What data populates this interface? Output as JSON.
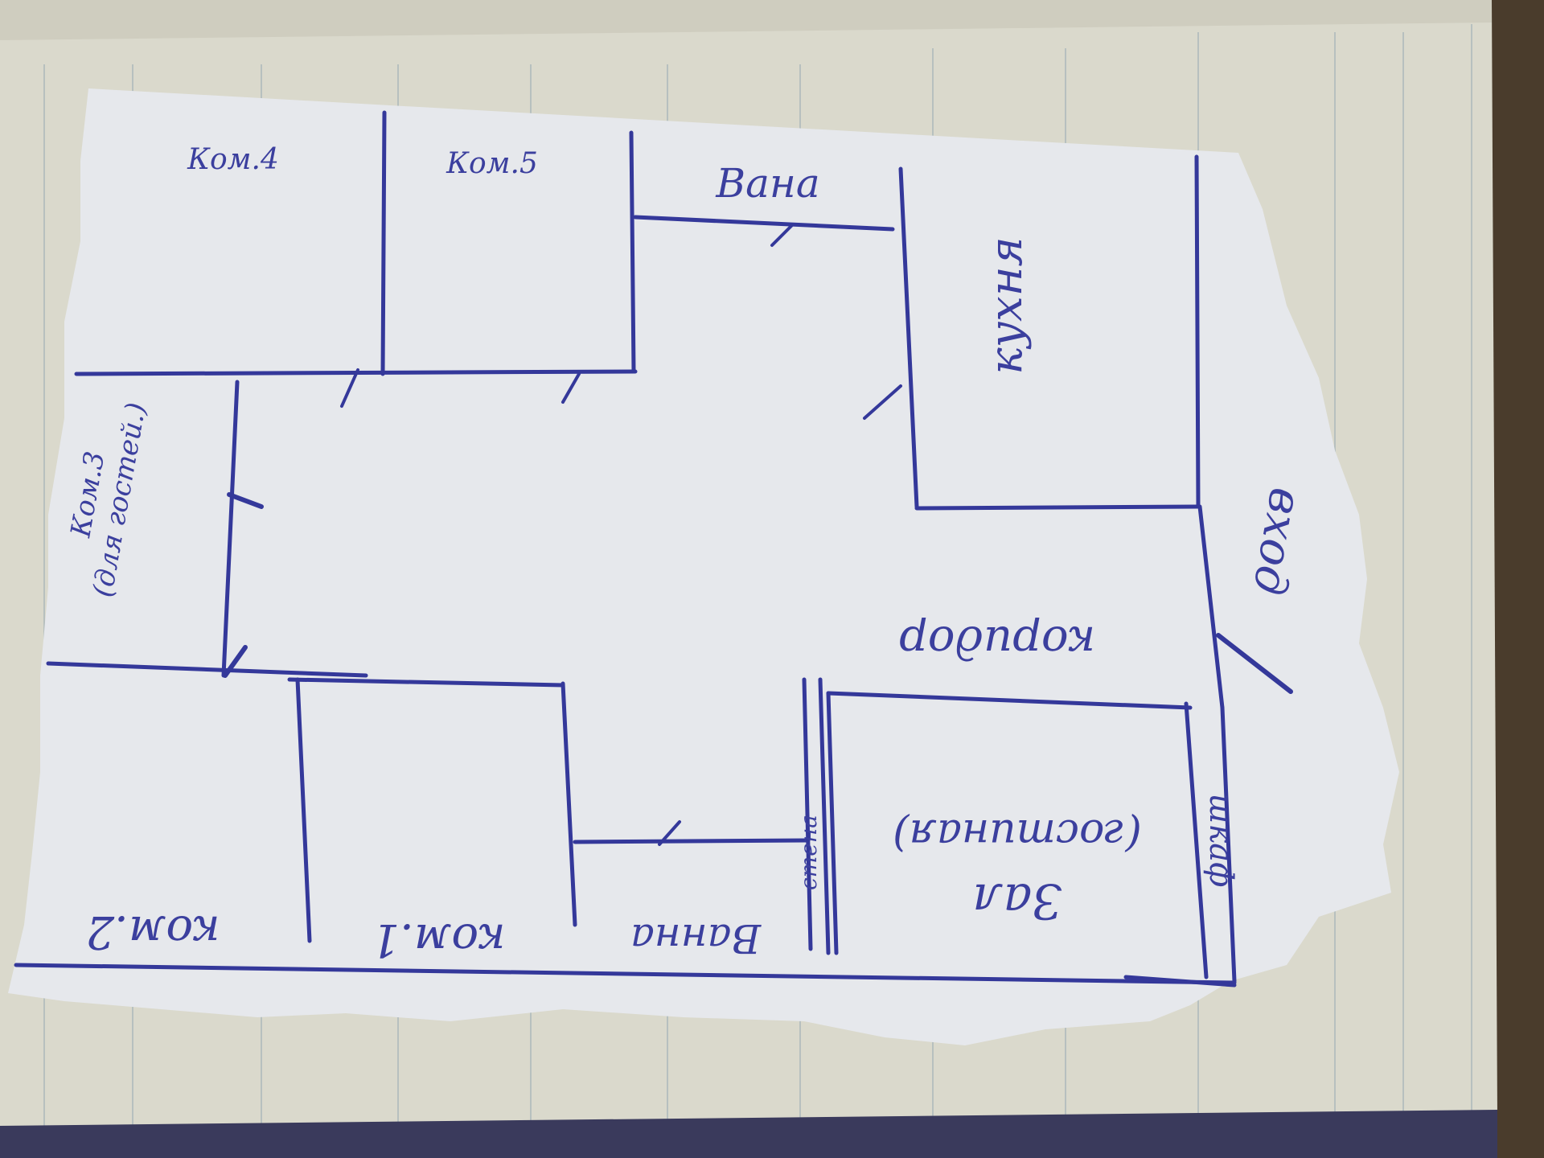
{
  "labels": {
    "room4": "Ком.4",
    "room5": "Ком.5",
    "bath_top": "Вана",
    "kitchen": "кухня",
    "room3_line1": "Ком.3",
    "room3_line2": "(для гостей.)",
    "corridor": "коридор",
    "entrance": "вход",
    "room2": "ком.2",
    "room1": "ком.1",
    "bath_bottom": "Ванна",
    "wall_note": "стена",
    "hall_line1": "Зал",
    "hall_line2": "(гостиная)",
    "wardrobe": "шкаф"
  },
  "colors": {
    "ink": "#34389a",
    "paper": "#e7e9ec",
    "notebook_page": "#dfe1d6",
    "notebook_rule": "#b9c4c4",
    "desk": "#4a3c2c"
  }
}
